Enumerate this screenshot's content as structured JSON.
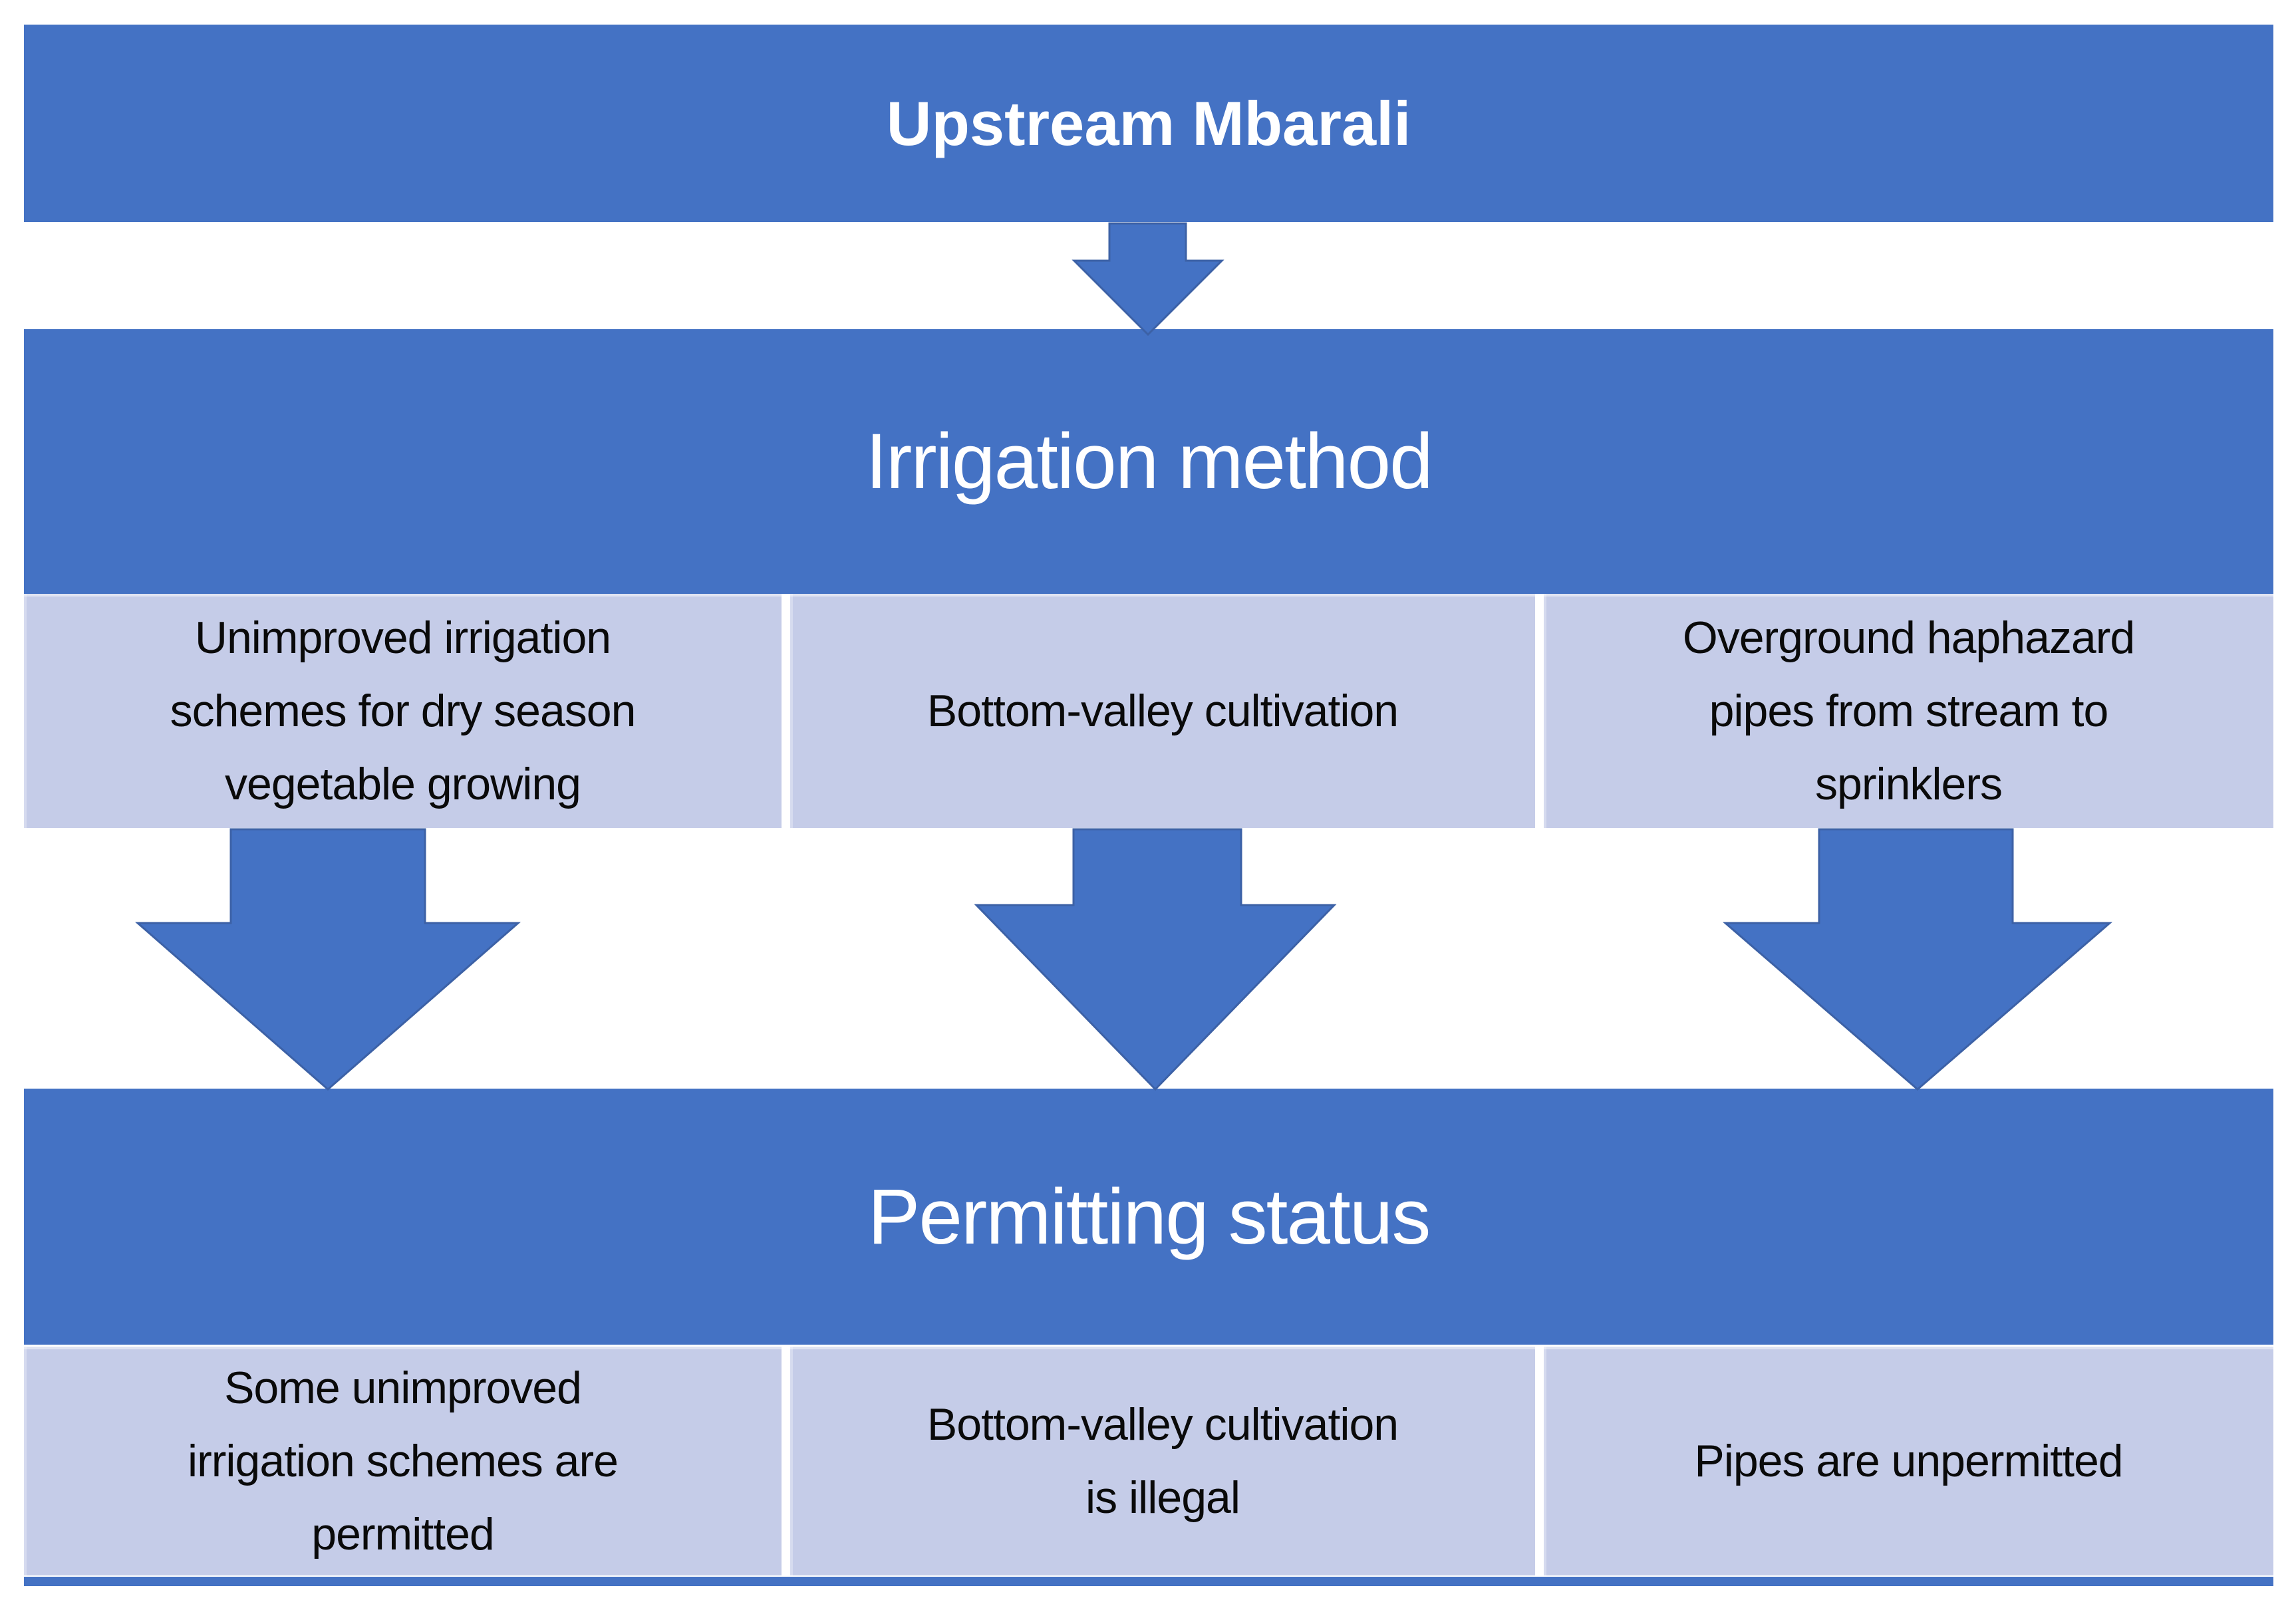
{
  "colors": {
    "banner_blue": "#4472C4",
    "cell_lavender": "#C5CCE8",
    "arrow_fill": "#4472C4",
    "arrow_outline": "#3C61A6",
    "banner_text": "#FFFFFF",
    "cell_text": "#0A0A0A"
  },
  "flowchart": {
    "title_banner": {
      "text": "Upstream Mbarali"
    },
    "irrigation_banner": {
      "text": "Irrigation method"
    },
    "permitting_banner": {
      "text": "Permitting status"
    },
    "method_row": {
      "cells": [
        {
          "text": "Unimproved irrigation schemes for dry season vegetable growing",
          "lines": [
            "Unimproved irrigation",
            "schemes for dry season",
            "vegetable growing"
          ]
        },
        {
          "text": "Bottom-valley cultivation",
          "lines": [
            "Bottom-valley cultivation"
          ]
        },
        {
          "text": "Overground haphazard pipes from stream to sprinklers",
          "lines": [
            "Overground haphazard",
            "pipes from stream to",
            "sprinklers"
          ]
        }
      ]
    },
    "status_row": {
      "cells": [
        {
          "text": "Some unimproved irrigation schemes are permitted",
          "lines": [
            "Some unimproved",
            "irrigation schemes are",
            "permitted"
          ]
        },
        {
          "text": "Bottom-valley cultivation is illegal",
          "lines": [
            "Bottom-valley cultivation",
            "is illegal"
          ]
        },
        {
          "text": "Pipes are unpermitted",
          "lines": [
            "Pipes are unpermitted"
          ]
        }
      ]
    }
  }
}
